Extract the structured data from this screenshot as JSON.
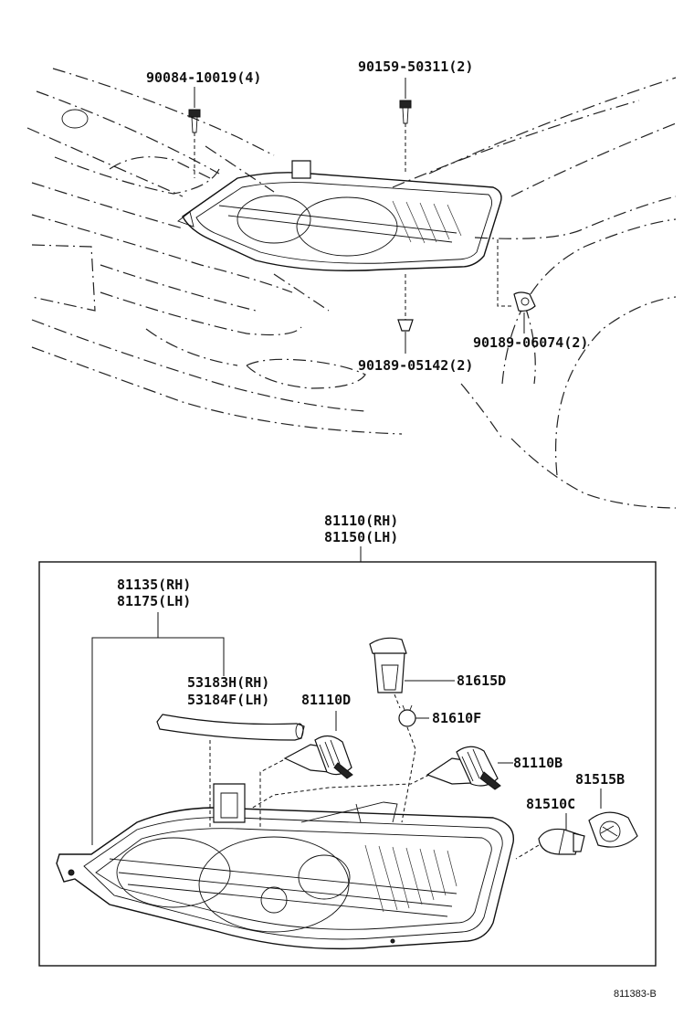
{
  "parts": {
    "bolt_top_left": "90084-10019(4)",
    "bolt_top_right": "90159-50311(2)",
    "clip_right": "90189-06074(2)",
    "clip_bottom": "90189-05142(2)",
    "assembly_rh": "81110(RH)",
    "assembly_lh": "81150(LH)",
    "housing_rh": "81135(RH)",
    "housing_lh": "81175(LH)",
    "seal_rh": "53183H(RH)",
    "seal_lh": "53184F(LH)",
    "bulb_d": "81110D",
    "socket_d": "81615D",
    "bulb_f": "81610F",
    "bulb_b": "81110B",
    "socket_b": "81515B",
    "bulb_c": "81510C"
  },
  "figure_code": "811383-B"
}
